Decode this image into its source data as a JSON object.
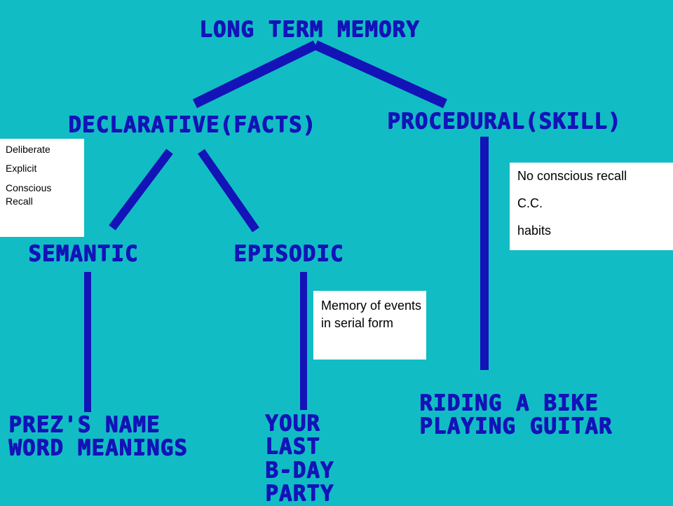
{
  "diagram": {
    "root": "LONG TERM MEMORY",
    "declarative": "DECLARATIVE(FACTS)",
    "procedural": "PROCEDURAL(SKILL)",
    "semantic": "SEMANTIC",
    "episodic": "EPISODIC",
    "semantic_examples": [
      "PREZ'S NAME",
      "WORD MEANINGS"
    ],
    "episodic_examples": [
      "YOUR",
      "LAST",
      "B-DAY",
      "PARTY"
    ],
    "procedural_examples": [
      "RIDING A BIKE",
      "PLAYING GUITAR"
    ]
  },
  "notes": {
    "declarative": [
      "Deliberate",
      "Explicit",
      "Conscious Recall"
    ],
    "procedural": [
      "No conscious recall",
      "C.C.",
      "habits"
    ],
    "episodic": "Memory of events in serial form"
  },
  "colors": {
    "background": "#12bcc4",
    "diagram_blue": "#1313b8",
    "note_bg": "#ffffff",
    "note_text": "#000000"
  }
}
